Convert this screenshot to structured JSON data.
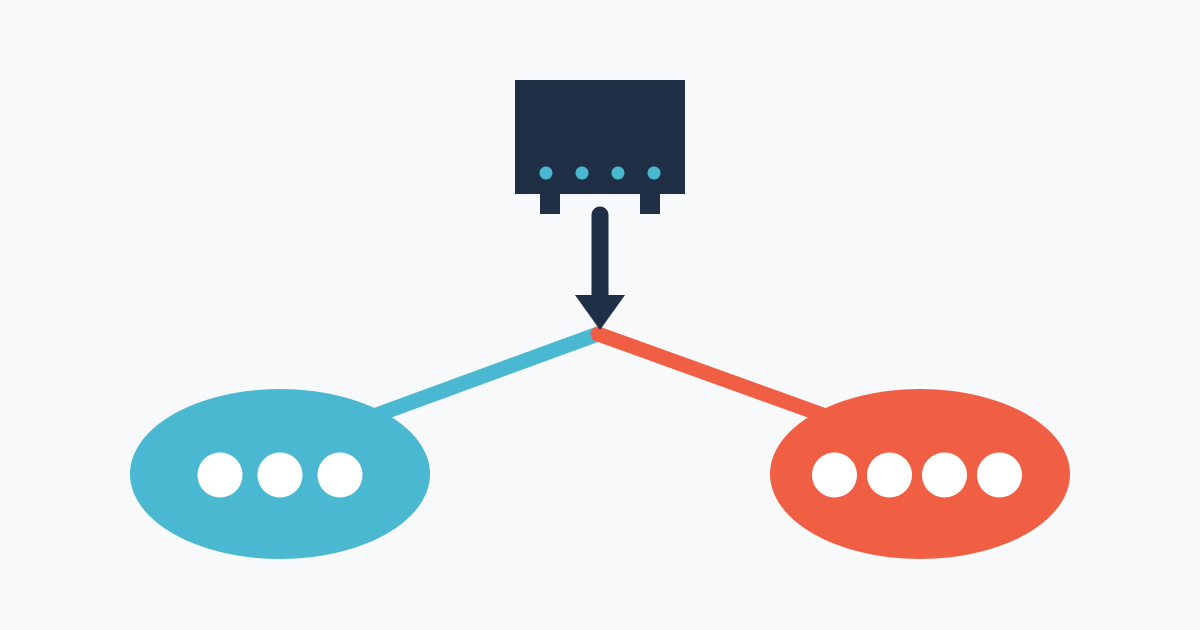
{
  "colors": {
    "background": "#f7f9fb",
    "navy": "#1e2f46",
    "cyan": "#4bb8d1",
    "coral": "#f05f44",
    "white": "#ffffff"
  },
  "source": {
    "icon": "chip-device-icon",
    "indicator_dots": 4
  },
  "arrow": {
    "icon": "arrow-down-icon",
    "direction": "down"
  },
  "branches": [
    {
      "name": "left",
      "color_key": "cyan",
      "icon": "ellipsis-icon",
      "dots": 3
    },
    {
      "name": "right",
      "color_key": "coral",
      "icon": "ellipsis-icon",
      "dots": 4
    }
  ]
}
